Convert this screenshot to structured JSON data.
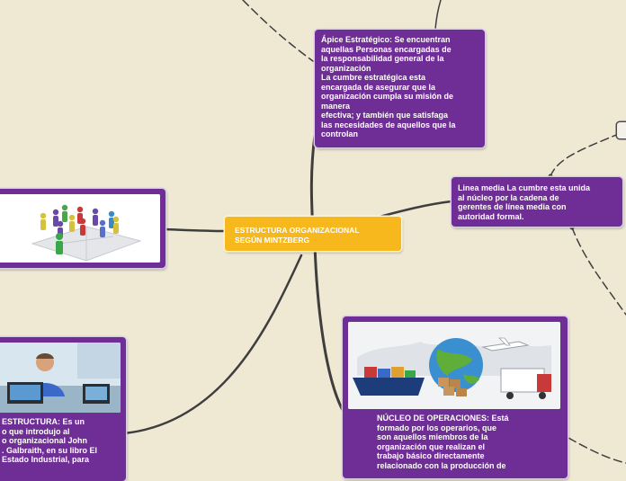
{
  "central": {
    "title": "ESTRUCTURA ORGANIZACIONAL\nSEGÚN MINTZBERG"
  },
  "apex": {
    "text": "Ápice Estratégico: Se encuentran\naquellas Personas encargadas de\nla responsabilidad general de la\norganización\nLa cumbre estratégica esta\nencargada de asegurar que la\norganización cumpla su misión de\nmanera\nefectiva; y también que satisfaga\nlas necesidades de aquellos que la\ncontrolan"
  },
  "linea_media": {
    "text": "Linea media La cumbre esta unida\nal núcleo por la cadena de\ngerentes de línea media con\nautoridad formal."
  },
  "nucleo": {
    "text": "NÚCLEO DE OPERACIONES: Está\nformado por los operarios, que\nson aquellos miembros de la\norganización que realizan el\ntrabajo básico directamente\nrelacionado con la producción de"
  },
  "estructura": {
    "text": "ESTRUCTURA: Es un\no que introdujo al\no organizacional John\n. Galbraith, en su libro El\nEstado Industrial, para"
  },
  "images": {
    "puzzle_people": "people-puzzle-icon",
    "office_worker": "office-worker-image",
    "logistics": "logistics-globe-image"
  },
  "colors": {
    "node_purple": "#6f2e96",
    "central_orange": "#f7b81e",
    "background": "#efe9d4",
    "link": "#3e3e3e"
  }
}
